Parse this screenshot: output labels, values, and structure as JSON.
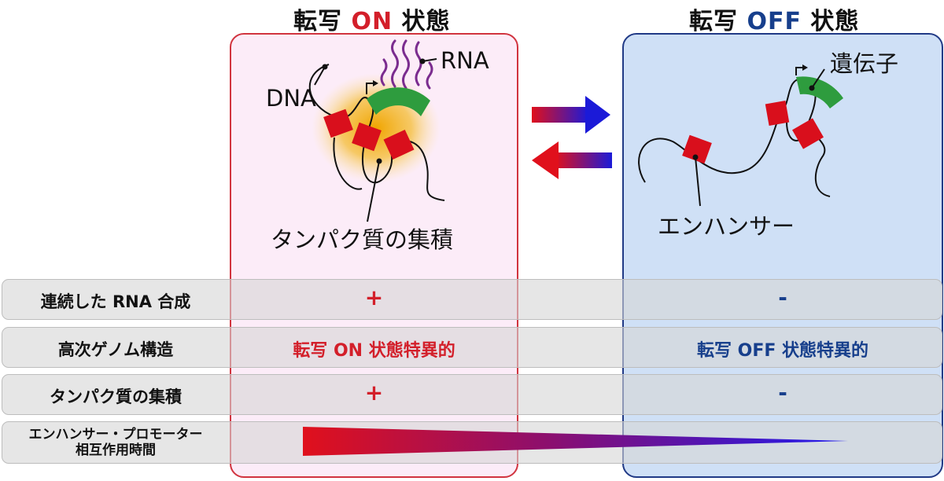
{
  "header": {
    "on_title_prefix": "転写",
    "on_title_key": "ON",
    "on_title_suffix": "状態",
    "off_title_prefix": "転写",
    "off_title_key": "OFF",
    "off_title_suffix": "状態"
  },
  "diagram_on": {
    "label_dna": "DNA",
    "label_rna": "RNA",
    "label_protein": "タンパク質の集積"
  },
  "diagram_off": {
    "label_gene": "遺伝子",
    "label_enhancer": "エンハンサー"
  },
  "table": {
    "rows": [
      {
        "label": "連続した RNA 合成",
        "on": "+",
        "off": "-"
      },
      {
        "label": "高次ゲノム構造",
        "on": "転写 ON 状態特異的",
        "off": "転写 OFF 状態特異的"
      },
      {
        "label": "タンパク質の集積",
        "on": "+",
        "off": "-"
      },
      {
        "label_line1": "エンハンサー・プロモーター",
        "label_line2": "相互作用時間"
      }
    ]
  },
  "colors": {
    "on_red": "#d31f2a",
    "off_blue": "#173f8c",
    "enhancer_red": "#d90f1c",
    "gene_green": "#2e9c3e",
    "rna_purple": "#7b2c8f"
  },
  "icons": [
    "arrow-right-icon",
    "arrow-left-icon",
    "interaction-time-wedge"
  ]
}
